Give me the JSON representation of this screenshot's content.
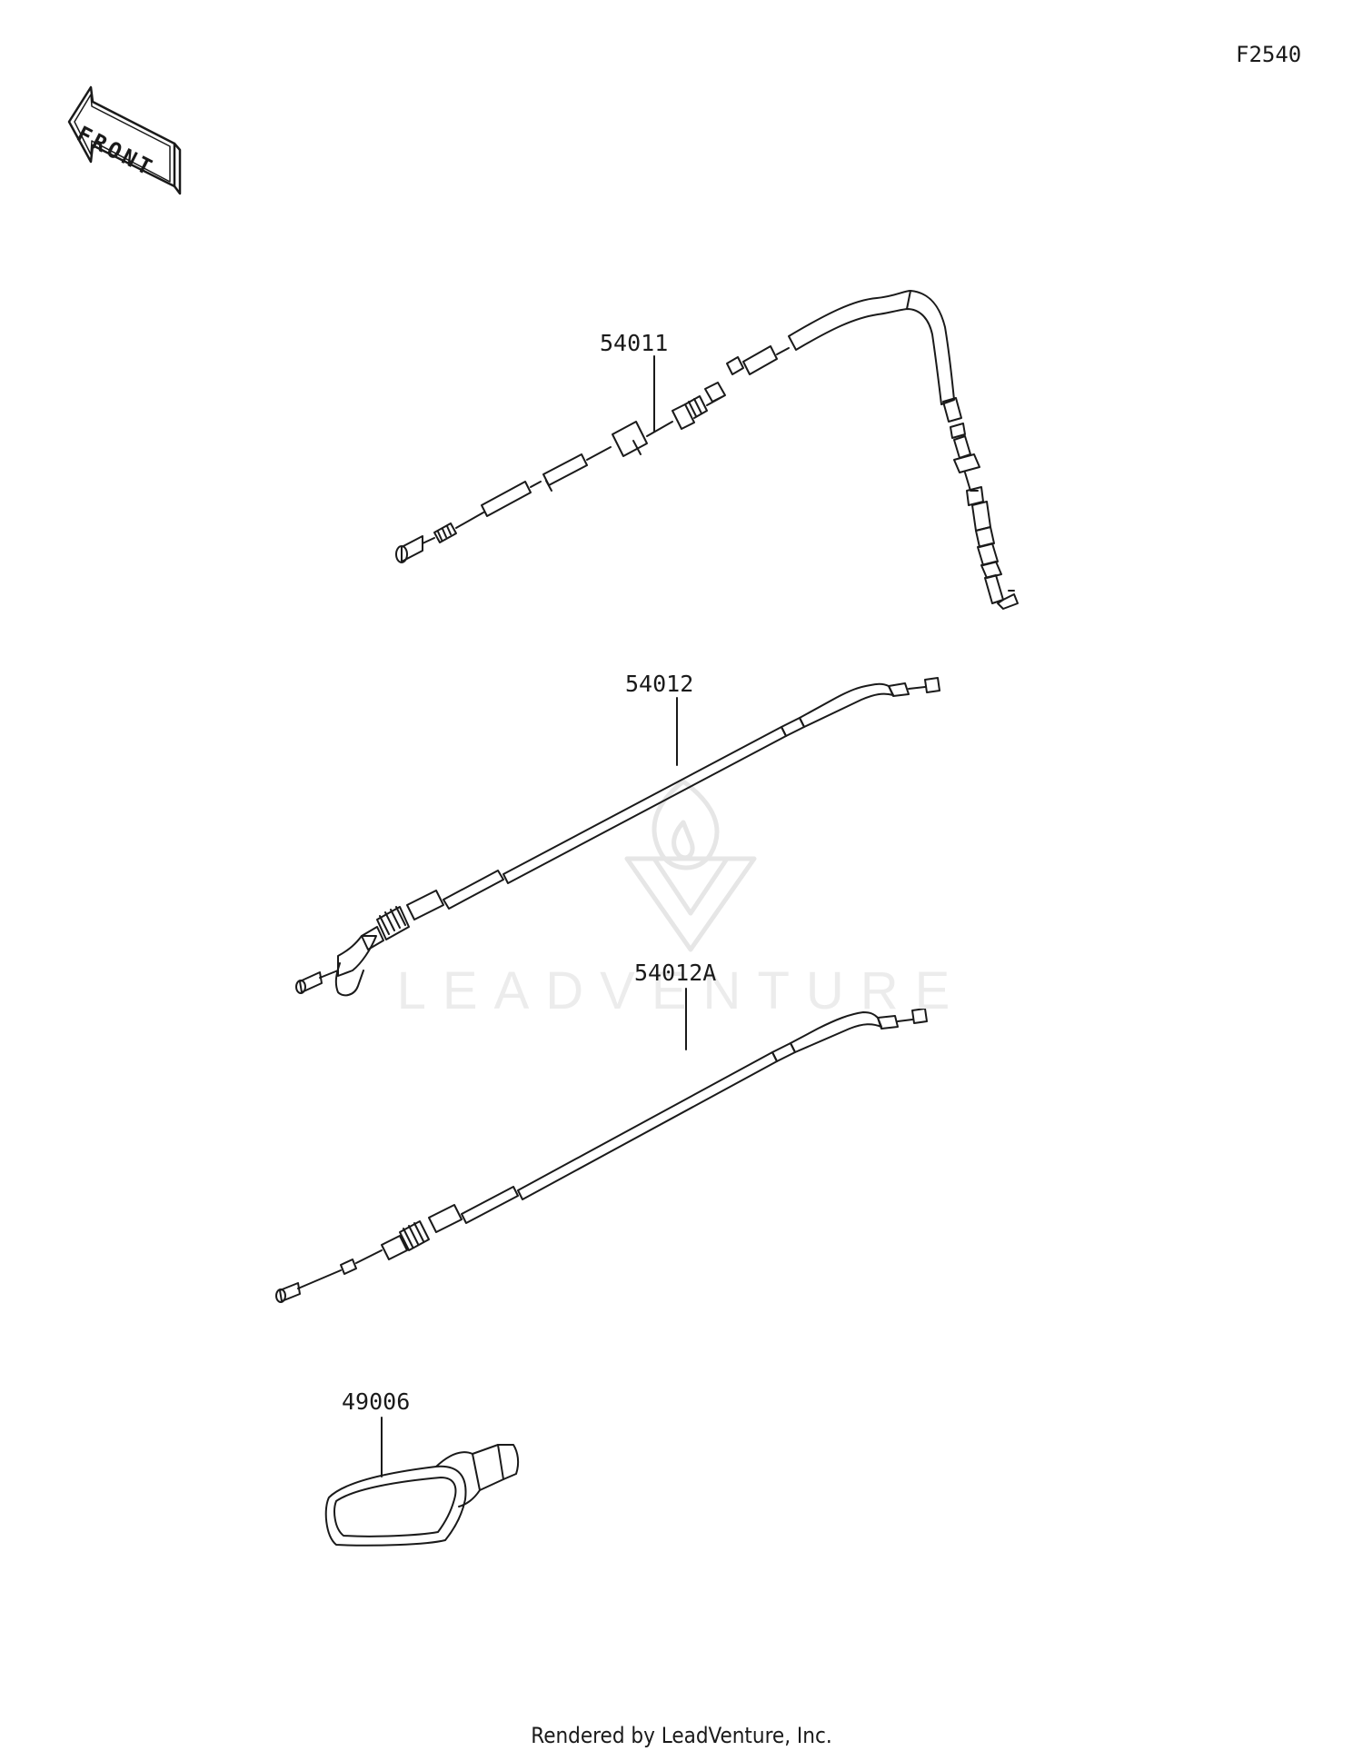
{
  "figure_code": "F2540",
  "front_arrow_label": "FRONT",
  "watermark": "LEADVENTURE",
  "parts": [
    {
      "number": "54011"
    },
    {
      "number": "54012"
    },
    {
      "number": "54012A"
    },
    {
      "number": "49006"
    }
  ],
  "footer": "Rendered by LeadVenture, Inc."
}
